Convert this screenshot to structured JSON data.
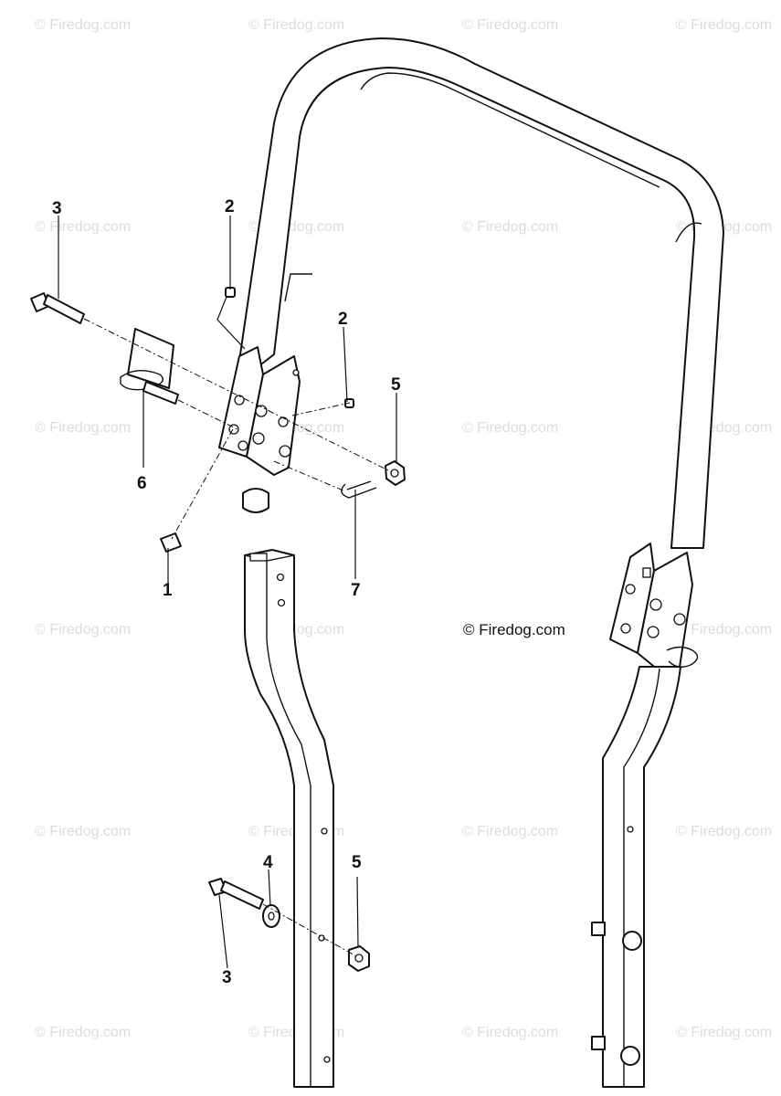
{
  "diagram": {
    "copyright": "© Firedog.com",
    "watermark": "© Firedog.com",
    "callouts": [
      {
        "id": "c-3-top",
        "label": "3"
      },
      {
        "id": "c-2-left",
        "label": "2"
      },
      {
        "id": "c-2-right",
        "label": "2"
      },
      {
        "id": "c-5-top",
        "label": "5"
      },
      {
        "id": "c-6",
        "label": "6"
      },
      {
        "id": "c-1",
        "label": "1"
      },
      {
        "id": "c-7",
        "label": "7"
      },
      {
        "id": "c-4",
        "label": "4"
      },
      {
        "id": "c-5-bottom",
        "label": "5"
      },
      {
        "id": "c-3-bottom",
        "label": "3"
      }
    ]
  }
}
